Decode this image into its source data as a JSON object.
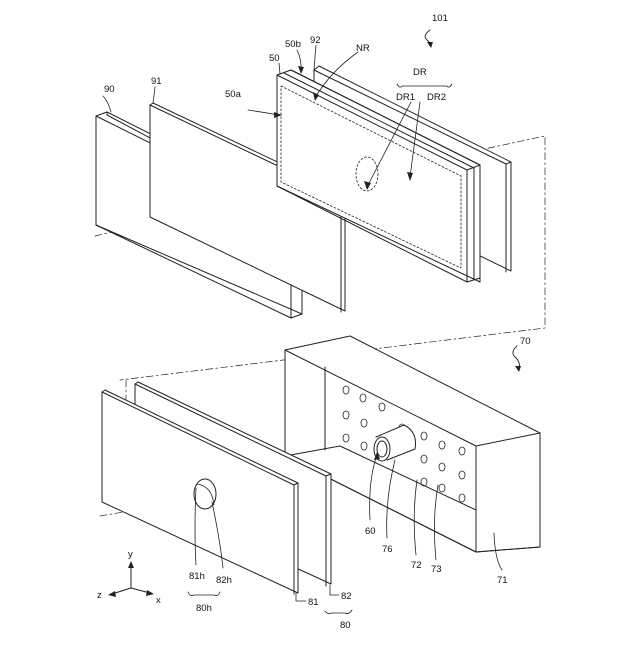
{
  "labels": {
    "fig_number": "101",
    "l90": "90",
    "l91": "91",
    "l50": "50",
    "l50b": "50b",
    "l92": "92",
    "lNR": "NR",
    "lDR": "DR",
    "lDR1": "DR1",
    "lDR2": "DR2",
    "l50a": "50a",
    "l70": "70",
    "l60": "60",
    "l76": "76",
    "l72": "72",
    "l73": "73",
    "l71": "71",
    "l81h": "81h",
    "l82h": "82h",
    "l80h": "80h",
    "l81": "81",
    "l82": "82",
    "l80": "80",
    "axis_y": "y",
    "axis_x": "x",
    "axis_z": "z"
  },
  "colors": {
    "line": "#222222",
    "background": "#ffffff"
  }
}
